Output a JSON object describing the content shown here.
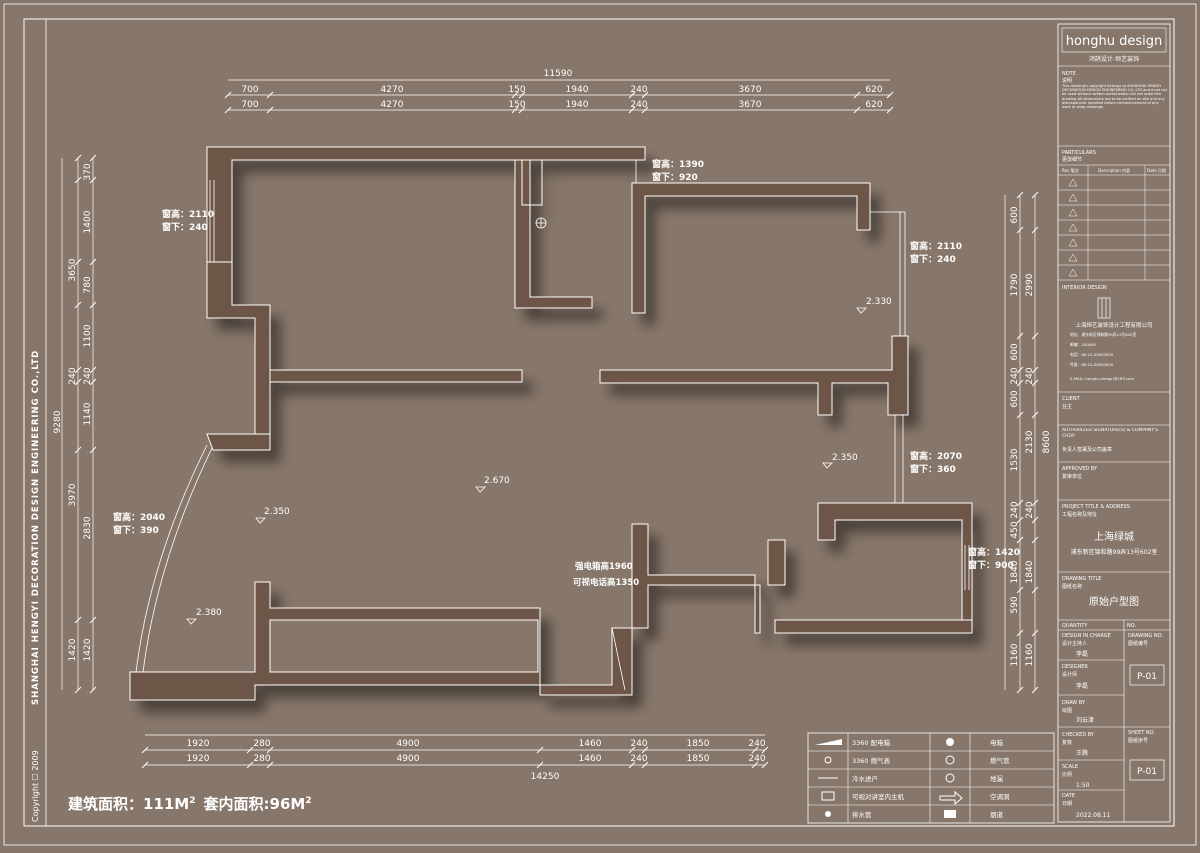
{
  "colors": {
    "background": "#87776a",
    "wall": "#6d5746",
    "line": "#ffffff",
    "text": "#ffffff"
  },
  "dimensions": {
    "top_total": "11590",
    "top_segments": [
      "700",
      "4270",
      "150",
      "1940",
      "240",
      "3670",
      "620"
    ],
    "bottom_total": "14250",
    "bottom_segments": [
      "1920",
      "280",
      "4900",
      "1460",
      "240",
      "1850",
      "240"
    ],
    "left_total": "9280",
    "left_mid": [
      "3650",
      "3970",
      "1420"
    ],
    "left_inner": [
      "370",
      "1400",
      "780",
      "1100",
      "240",
      "1140",
      "2830"
    ],
    "right_total": "8600",
    "right_mid": [
      "2990",
      "2130",
      "1840",
      "1160"
    ],
    "right_inner": [
      "600",
      "1790",
      "600",
      "240",
      "600",
      "1530",
      "240",
      "450",
      "590"
    ]
  },
  "windows": [
    {
      "height": "窗高：2110",
      "sill": "窗下：240"
    },
    {
      "height": "窗高：1390",
      "sill": "窗下：920"
    },
    {
      "height": "窗高：2110",
      "sill": "窗下：240"
    },
    {
      "height": "窗高：2070",
      "sill": "窗下：360"
    },
    {
      "height": "窗高：2040",
      "sill": "窗下：390"
    },
    {
      "height": "窗高：1420",
      "sill": "窗下：900"
    }
  ],
  "levels": [
    "2.330",
    "2.350",
    "2.670",
    "2.350",
    "2.380"
  ],
  "notes": {
    "power_box": "强电箱高1960",
    "video_phone": "可视电话高1350"
  },
  "area": {
    "building_prefix": "建筑面积：111M",
    "building_sup": "2",
    "inner_prefix": "套内面积:96M",
    "inner_sup": "2"
  },
  "side_company": "SHANGHAI HENGYI DECORATION DESIGN ENGINEERING CO.,LTD",
  "copyright": "Copyright ☐ 2009",
  "legend": [
    {
      "label": "3360 配电箱",
      "label2": "电箱"
    },
    {
      "label": "3360 燃气表",
      "label2": "燃气管"
    },
    {
      "label": "冷水进户",
      "label2": "地漏"
    },
    {
      "label": "可视对讲室内主机",
      "label2": "空调洞"
    },
    {
      "label": "排水管",
      "label2": "烟道"
    }
  ],
  "title_block": {
    "logo": "honghu design",
    "logo_sub": "鸿鹄设计-恒艺装饰",
    "note_label": "NOTE",
    "note_cn": "说明",
    "note_text": "This drawing's copyright belongs to SHANGHAI HENGYI DECORATION DESIGN ENGINEERING CO.,LTD and must not be used without written authorization.Do not scale this drawing.All dimensions are to be verified on site and any discrepancies reported before commencement of any work or shop drawings.",
    "particulars": "PARTICULARS",
    "particulars_cn": "更改细节",
    "rev_headers": [
      "Rev 版次",
      "Description 内容",
      "Date 日期"
    ],
    "interior_design": "INTERIOR DESIGN",
    "company_name": "上海恒艺装饰设计工程有限公司",
    "company_lines": [
      "地址：浦东新区锦和路99弄13号602室",
      "邮编：200000",
      "电话：86-21-00000000",
      "传真：86-21-00000000",
      "E-MAIL: honghu-design@163.com"
    ],
    "client": "CLIENT",
    "client_cn": "业主",
    "auth": "AUTHORIZED SIGNATURE(S) & COMPANY'S CHOP",
    "auth_cn": "负责人签署及公司盖章",
    "approved": "APPROVED BY",
    "approved_cn": "复审单位",
    "project_label": "PROJECT TITLE & ADDRESS",
    "project_label_cn": "工程名称及地址",
    "project_name": "上海绿城",
    "project_addr": "浦东新区锦和路99弄13号602室",
    "drawing_title_label": "DRAWING TITLE",
    "drawing_title_label_cn": "图纸名称",
    "drawing_title": "原始户型图",
    "quantity": "QUANTITY",
    "no": "NO.",
    "design_in_charge": "DESIGN IN CHARGE",
    "design_in_charge_cn": "设计主持人",
    "designer_name1": "李磊",
    "drawing_no": "DRAWING NO.",
    "drawing_no_cn": "图纸编号",
    "designer": "DESIGNER",
    "designer_cn": "设计师",
    "designer_name2": "李磊",
    "sheet_code1": "P-01",
    "drawn_by": "DRAW BY",
    "drawn_by_cn": "绘图",
    "drawn_name": "刘云津",
    "checked_by": "CHECKED BY",
    "checked_by_cn": "复核",
    "checked_name": "王腾",
    "sheet_no": "SHEET NO.",
    "sheet_no_cn": "图纸序号",
    "sheet_code2": "P-01",
    "scale": "SCALE",
    "scale_cn": "比例",
    "scale_value": "1:50",
    "date": "DATE",
    "date_cn": "日期",
    "date_value": "2022.08.11"
  }
}
